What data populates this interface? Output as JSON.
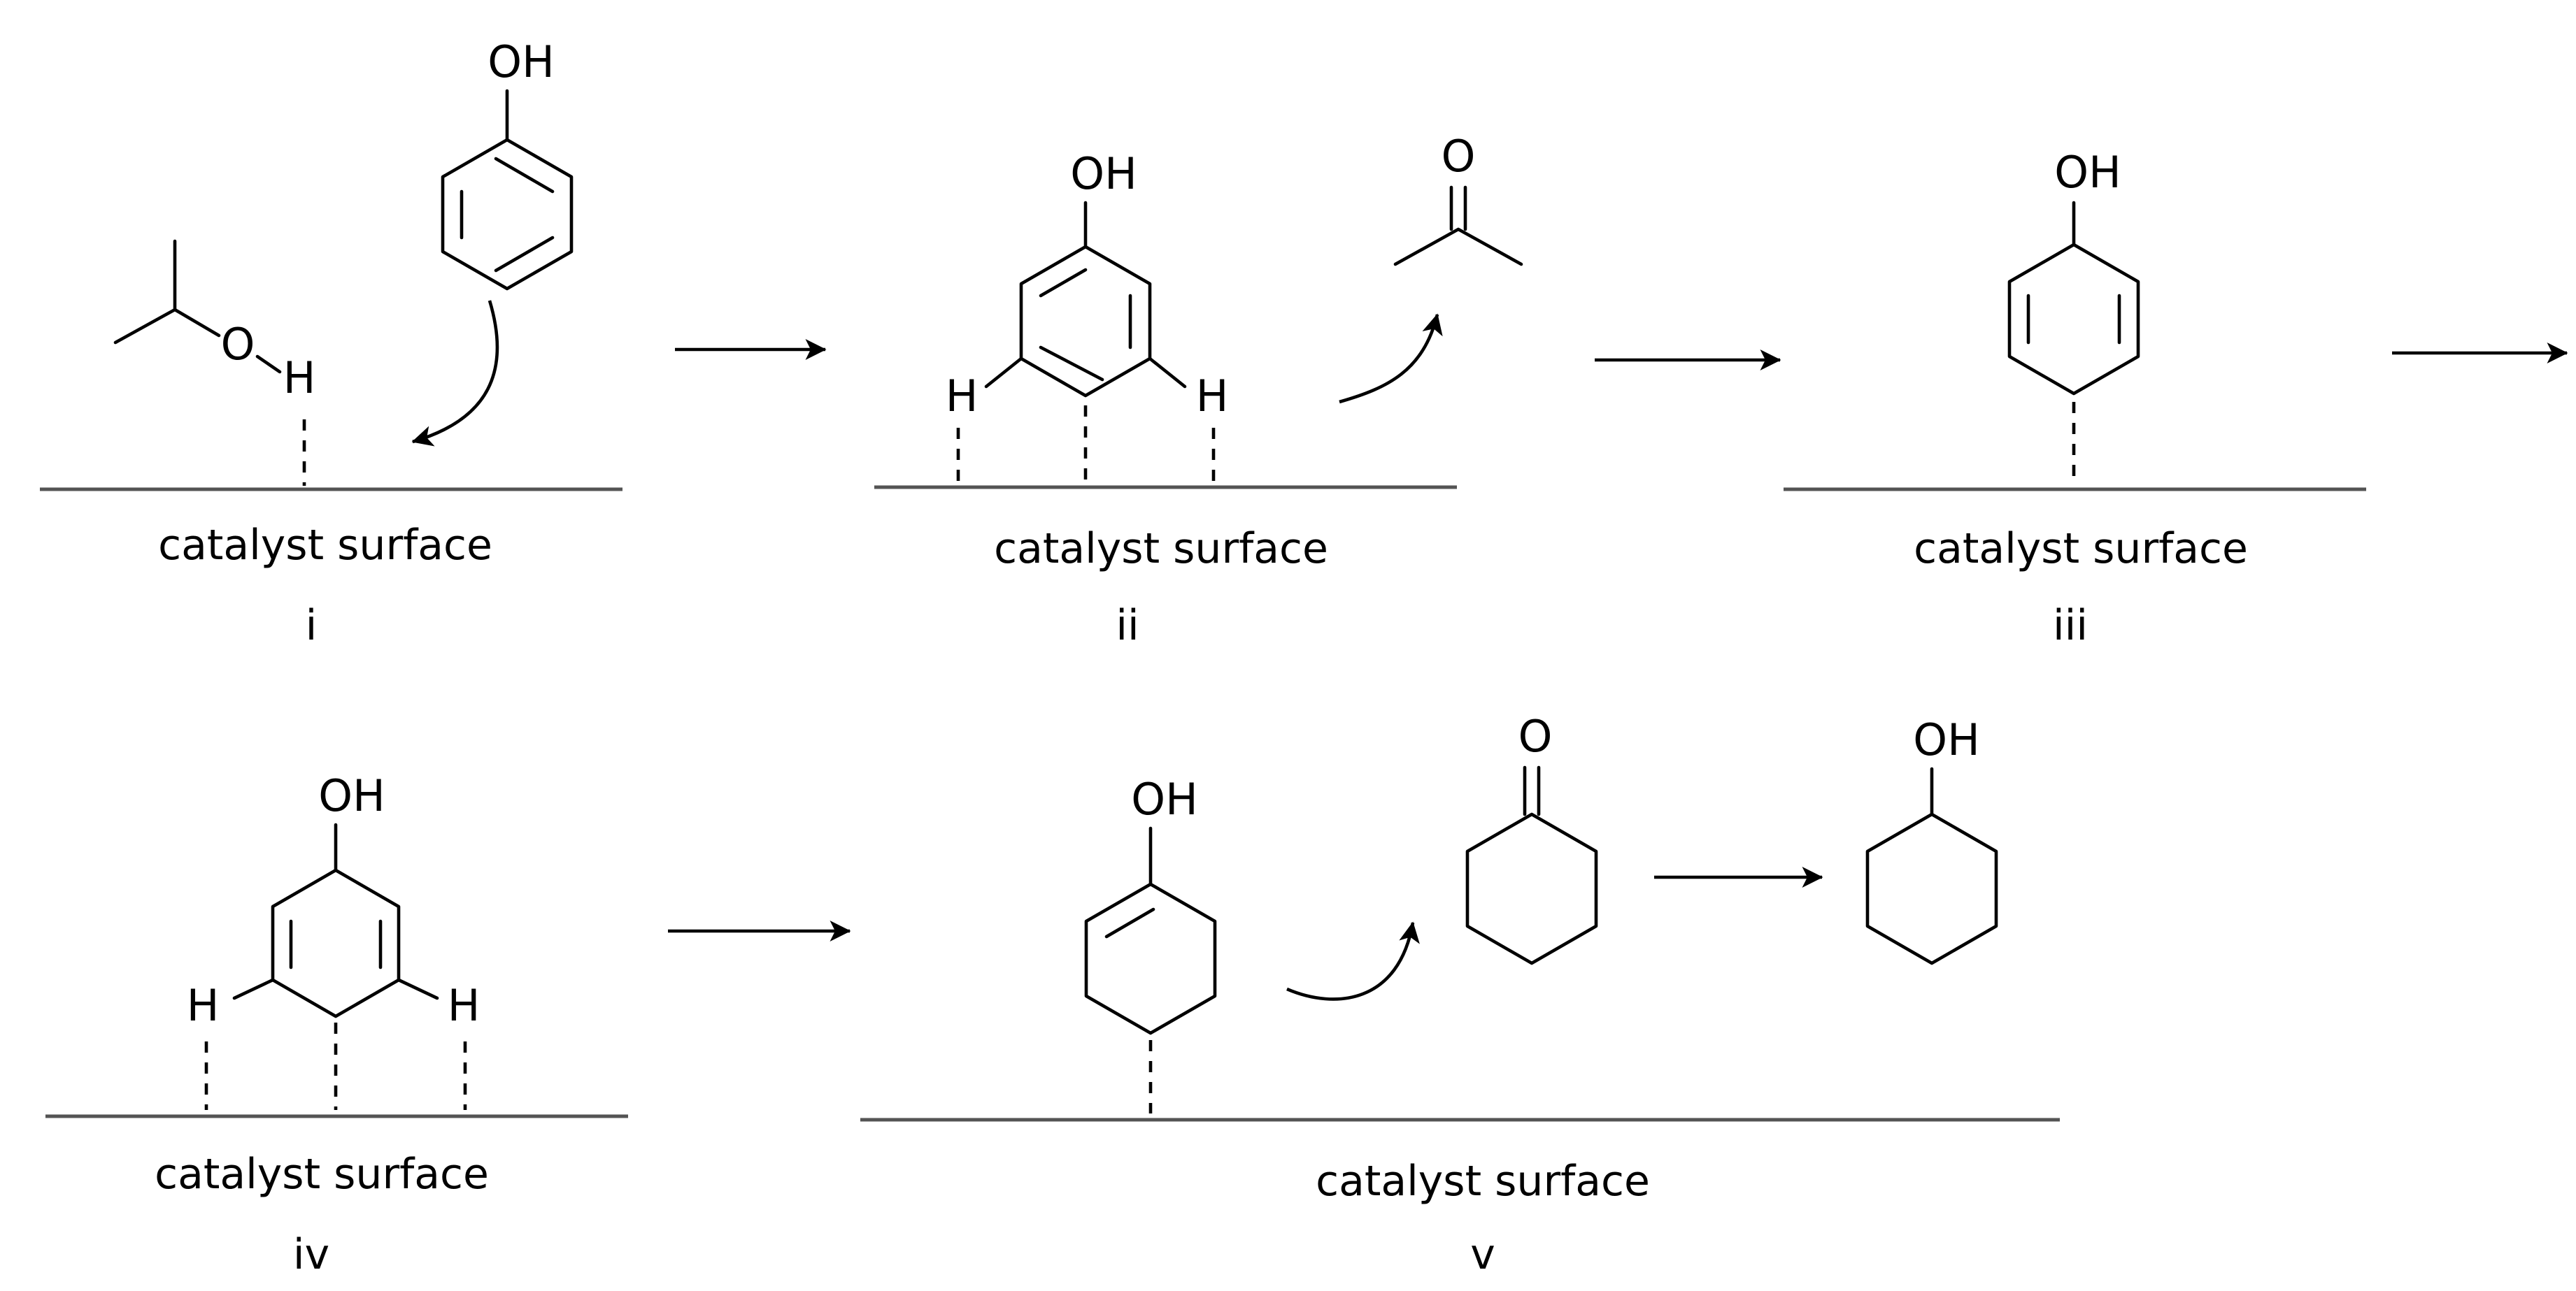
{
  "atoms": {
    "hydroxyl": "OH",
    "oxygen": "O",
    "hydrogen": "H"
  },
  "surface_label": "catalyst surface",
  "steps": [
    {
      "numeral": "i",
      "species": [
        "isopropanol",
        "phenol"
      ]
    },
    {
      "numeral": "ii",
      "species": [
        "phenol adsorbed",
        "acetone"
      ]
    },
    {
      "numeral": "iii",
      "species": [
        "cyclohexa-2,5-dienol adsorbed"
      ]
    },
    {
      "numeral": "iv",
      "species": [
        "cyclohexadienol adsorbed"
      ]
    },
    {
      "numeral": "v",
      "species": [
        "cyclohexenol adsorbed",
        "cyclohexanone",
        "cyclohexanol"
      ]
    }
  ],
  "colors": {
    "ink": "#000000",
    "surface_line": "#545454",
    "background": "#ffffff"
  }
}
